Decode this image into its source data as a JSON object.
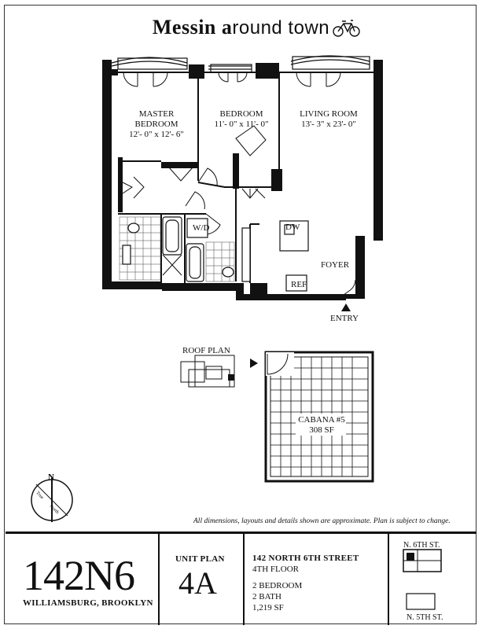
{
  "header": {
    "title_bold_1": "Messin",
    "title_bold_2": "a",
    "title_rest": "round town"
  },
  "rooms": {
    "master_name_1": "MASTER",
    "master_name_2": "BEDROOM",
    "master_dims": "12'- 0\" x 12'- 6\"",
    "bedroom_name": "BEDROOM",
    "bedroom_dims": "11'- 0\" x 11'- 0\"",
    "living_name": "LIVING ROOM",
    "living_dims": "13'- 3\" x 23'- 0\"",
    "foyer": "FOYER",
    "entry": "ENTRY",
    "wd": "W/D",
    "dw": "DW",
    "ref": "REF"
  },
  "roof": {
    "label": "ROOF PLAN",
    "cabana_name": "CABANA #5",
    "cabana_size": "308 SF"
  },
  "compass": {
    "north": "N",
    "true_label": "True",
    "north_label": "North"
  },
  "disclaimer": "All dimensions, layouts and details shown are approximate.  Plan is subject to change.",
  "footer": {
    "building_code": "142N6",
    "location": "WILLIAMSBURG, BROOKLYN",
    "unit_plan_label": "UNIT PLAN",
    "unit_plan": "4A",
    "address": "142 NORTH 6TH STREET",
    "floor": "4TH FLOOR",
    "bedrooms": "2 BEDROOM",
    "baths": "2 BATH",
    "area": "1,219 SF",
    "street_north": "N. 6TH ST.",
    "street_south": "N. 5TH ST."
  },
  "icons": [
    "bicycle-icon",
    "compass-icon",
    "entry-arrow-icon",
    "roof-arrow-icon",
    "key-plan-icon"
  ]
}
